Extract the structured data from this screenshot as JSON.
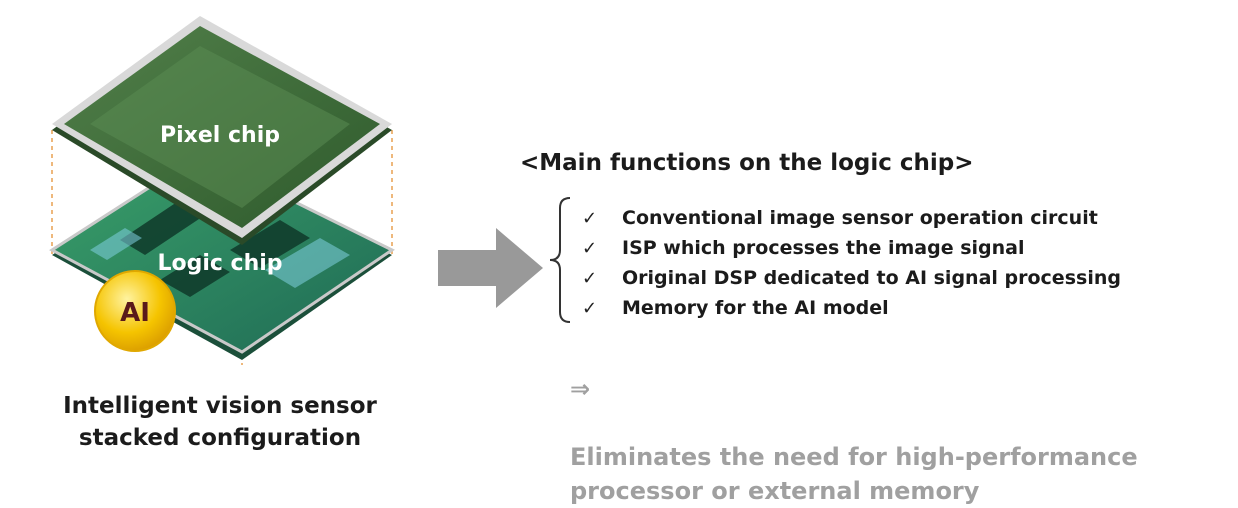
{
  "illustration": {
    "pixel_chip_label": "Pixel chip",
    "logic_chip_label": "Logic chip",
    "ai_badge": "AI"
  },
  "caption": {
    "line1": "Intelligent vision sensor",
    "line2": "stacked configuration"
  },
  "functions": {
    "heading": "<Main functions on the logic chip>",
    "items": [
      "Conventional image sensor operation circuit",
      "ISP which processes the image signal",
      "Original DSP dedicated to AI signal processing",
      "Memory for the AI model"
    ]
  },
  "conclusion": {
    "arrow": "⇒",
    "line1": "Eliminates the need for high-performance",
    "line2": "processor or external memory"
  },
  "colors": {
    "pixel_chip": "#3e6b3a",
    "logic_chip": "#2f8f5a",
    "ai_badge": "#f2b705",
    "arrow": "#999999",
    "conclusion_text": "#a0a0a0"
  }
}
